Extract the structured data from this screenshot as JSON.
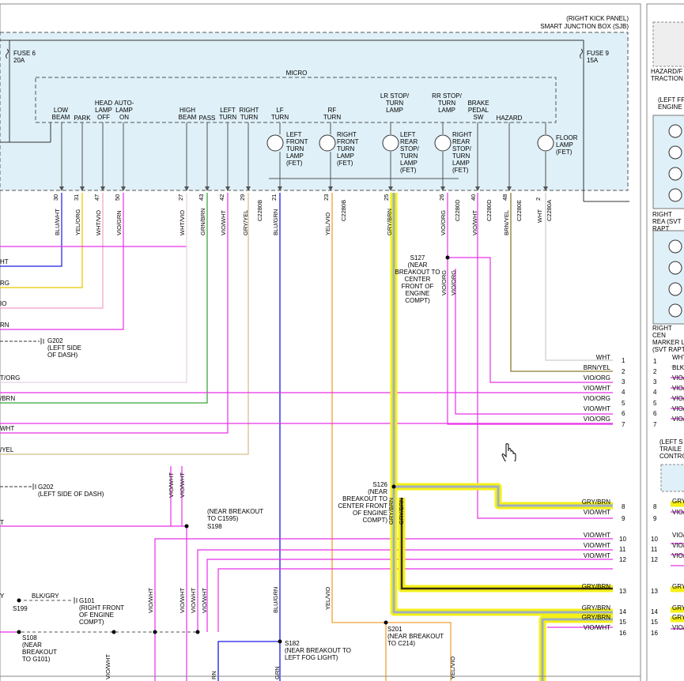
{
  "header": {
    "right_kick_panel": "(RIGHT KICK PANEL)",
    "sjb": "SMART JUNCTION BOX (SJB)"
  },
  "fuses": [
    {
      "name": "FUSE 6",
      "rating": "20A"
    },
    {
      "name": "FUSE 9",
      "rating": "15A"
    }
  ],
  "micro_label": "MICRO",
  "module_pins": [
    "LOW BEAM",
    "PARK",
    "HEAD LAMP OFF",
    "AUTO- LAMP ON",
    "HIGH BEAM",
    "PASS",
    "LEFT TURN",
    "RIGHT TURN",
    "LF TURN",
    "RF TURN",
    "LR STOP/ TURN LAMP",
    "RR STOP/ TURN LAMP",
    "BRAKE PEDAL SW",
    "HAZARD"
  ],
  "fets": [
    "LEFT FRONT TURN LAMP (FET)",
    "RIGHT FRONT TURN LAMP (FET)",
    "LEFT REAR STOP/ TURN LAMP (FET)",
    "RIGHT REAR STOP/ TURN LAMP (FET)",
    "FLOOR LAMP (FET)"
  ],
  "pin_numbers": [
    "30",
    "31",
    "47",
    "50",
    "27",
    "43",
    "42",
    "29",
    "21",
    "23",
    "25",
    "26",
    "40",
    "48",
    "2"
  ],
  "connectors": [
    "C2280B",
    "C2280B",
    "C2280E",
    "C2280D",
    "C2280D",
    "C2280A"
  ],
  "wire_colors_top": [
    "BLU/WHT",
    "YEL/ORG",
    "WHT/VIO",
    "VIO/GRN",
    "WHT/VIO",
    "GRN/BRN",
    "VIO/WHT",
    "GRY/YEL",
    "BLU/GRN",
    "YEL/VIO",
    "GRY/BRN",
    "VIO/ORG",
    "VIO/WHT",
    "BRN/YEL",
    "WHT"
  ],
  "left_edge_labels": [
    "HT",
    "RG",
    "IO",
    "RN",
    "T/ORG",
    "/BRN",
    "WHT",
    "/YEL",
    "T",
    "Y"
  ],
  "grounds": [
    {
      "name": "G202",
      "desc": "(LEFT SIDE OF DASH)"
    },
    {
      "name": "G202",
      "desc": "(LEFT SIDE OF DASH)"
    },
    {
      "name": "G101",
      "desc": "(RIGHT FRONT OF ENGINE COMPT)"
    }
  ],
  "splices": [
    {
      "name": "S127",
      "desc": "(NEAR BREAKOUT TO CENTER FRONT OF ENGINE COMPT)"
    },
    {
      "name": "S126",
      "desc": "(NEAR BREAKOUT TO CENTER FRONT OF ENGINE COMPT)"
    },
    {
      "name": "S198",
      "desc": "(NEAR BREAKOUT TO C1595)"
    },
    {
      "name": "S199",
      "desc": ""
    },
    {
      "name": "S108",
      "desc": "(NEAR BREAKOUT TO G101)"
    },
    {
      "name": "S201",
      "desc": "(NEAR BREAKOUT TO C214)"
    },
    {
      "name": "S182",
      "desc": "(NEAR BREAKOUT TO LEFT FOG LIGHT)"
    }
  ],
  "mid_wire_labels": [
    "VIO/ORG",
    "VIO/ORG",
    "GRY/BRN",
    "GRY/BRN",
    "VIO/WHT",
    "VIO/WHT",
    "VIO/WHT",
    "VIO/WHT",
    "VIO/WHT",
    "VIO/WHT",
    "BLU/GRN",
    "YEL/VIO",
    "BLK/GRY",
    "VIO/WHT",
    "RN",
    "GRN",
    "YEL/VIO"
  ],
  "right_connector": [
    {
      "pin": "1",
      "color": "WHT"
    },
    {
      "pin": "2",
      "color": "BRN/YEL"
    },
    {
      "pin": "3",
      "color": "VIO/ORG"
    },
    {
      "pin": "4",
      "color": "VIO/WHT"
    },
    {
      "pin": "5",
      "color": "VIO/ORG"
    },
    {
      "pin": "6",
      "color": "VIO/WHT"
    },
    {
      "pin": "7",
      "color": "VIO/ORG"
    },
    {
      "pin": "8",
      "color": "GRY/BRN"
    },
    {
      "pin": "9",
      "color": "VIO/WHT"
    },
    {
      "pin": "10",
      "color": "VIO/WHT"
    },
    {
      "pin": "11",
      "color": "VIO/WHT"
    },
    {
      "pin": "12",
      "color": "VIO/WHT"
    },
    {
      "pin": "13",
      "color": "GRY/BRN"
    },
    {
      "pin": "14",
      "color": "GRY/BRN"
    },
    {
      "pin": "15",
      "color": "GRY/BRN"
    },
    {
      "pin": "16",
      "color": "VIO/WHT"
    }
  ],
  "right_panel": {
    "hazard": "HAZARD/F",
    "traction": "TRACTION",
    "front_label": "(LEFT FF ENGINE",
    "rear_label": "RIGHT REA (SVT RAPT",
    "center_label": "RIGHT CEN MARKER L (SVT RAPT",
    "trailer_label": "(LEFT S TRAILE CONTRO",
    "pins_a": [
      {
        "pin": "1",
        "color": "WHT"
      },
      {
        "pin": "2",
        "color": "BLK/"
      },
      {
        "pin": "3",
        "color": "VIO/"
      },
      {
        "pin": "4",
        "color": "VIO/"
      },
      {
        "pin": "5",
        "color": "VIO/"
      },
      {
        "pin": "6",
        "color": "VIO/"
      },
      {
        "pin": "7",
        "color": "VIO/"
      }
    ],
    "pins_b": [
      {
        "pin": "8",
        "color": "GRY"
      },
      {
        "pin": "9",
        "color": "VIO/"
      },
      {
        "pin": "10",
        "color": "VIO/"
      },
      {
        "pin": "11",
        "color": "VIO/"
      },
      {
        "pin": "12",
        "color": "VIO/"
      },
      {
        "pin": "13",
        "color": "GRY"
      },
      {
        "pin": "14",
        "color": "GRY"
      },
      {
        "pin": "15",
        "color": "GRY"
      },
      {
        "pin": "16",
        "color": "VIO/"
      }
    ]
  },
  "colors": {
    "module_fill": "#dff0f8",
    "violet": "#e830e8",
    "yellow_highlight": "#f4f018",
    "gry_brn": "#6b5a2a",
    "blue": "#1a1ae0",
    "yellow": "#f0d020",
    "green": "#3aa83a",
    "orange": "#f0a030",
    "brown": "#8a7a30",
    "tan": "#d8caa0",
    "pink": "#f0a0c8"
  }
}
